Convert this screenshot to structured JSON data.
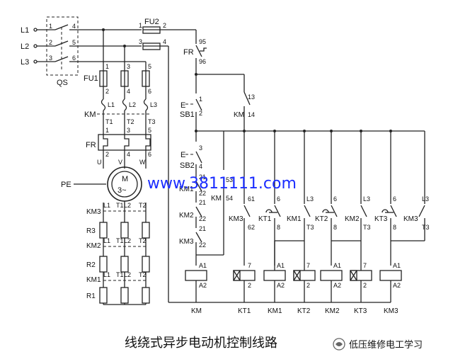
{
  "title": "线绕式异步电动机控制线路",
  "watermark": "www.3811111.com",
  "brand": "低压维修电工学习",
  "motor": {
    "name": "M",
    "phase": "3~"
  },
  "power": {
    "lines": [
      "L1",
      "L2",
      "L3"
    ],
    "switch": "QS",
    "switch_pins": {
      "in": [
        "1",
        "2",
        "3"
      ],
      "out": [
        "4",
        "5",
        "6"
      ]
    },
    "pe": "PE",
    "fuse_main": "FU1",
    "fuse_ctrl": "FU2",
    "fuse_ctrl_pins": [
      "1",
      "2",
      "3",
      "4"
    ],
    "fuse_main_pins": {
      "top": [
        "1",
        "3",
        "5"
      ],
      "bot": [
        "2",
        "4",
        "6"
      ]
    },
    "after_fuse": [
      "L1",
      "L2",
      "L3"
    ],
    "contactor": "KM",
    "terminals_t": [
      "T1",
      "T2",
      "T3"
    ],
    "overload": "FR",
    "overload_pins": {
      "top": [
        "1",
        "3",
        "5"
      ],
      "bot": [
        "2",
        "4",
        "6"
      ]
    },
    "motor_terms": [
      "U",
      "V",
      "W"
    ],
    "rotor_contactors": [
      "KM3",
      "KM2",
      "KM1"
    ],
    "resistors": [
      "R3",
      "R2",
      "R1"
    ],
    "rotor_terms": [
      "L1",
      "T1",
      "L2",
      "T2"
    ]
  },
  "control": {
    "fr_contact": "FR",
    "fr_pins": [
      "95",
      "96"
    ],
    "stop": "SB1",
    "stop_pins": [
      "1",
      "2"
    ],
    "start": "SB2",
    "start_pins": [
      "3",
      "4"
    ],
    "e_mark": "E",
    "km_hold": "KM",
    "km_hold_pins": [
      "13",
      "14"
    ],
    "interlocks": [
      {
        "label": "KM1",
        "pins": [
          "21",
          "22"
        ]
      },
      {
        "label": "KM2",
        "pins": [
          "21",
          "22"
        ]
      },
      {
        "label": "KM3",
        "pins": [
          "21",
          "22"
        ]
      }
    ],
    "km_side": "KM",
    "km_side_pins": [
      "53",
      "54"
    ],
    "branch_contacts": [
      {
        "label": "KM3",
        "pins": [
          "61",
          "62"
        ]
      },
      {
        "label": "KT1",
        "pins": [
          "6",
          "8"
        ]
      },
      {
        "label": "KM1",
        "pins": [
          "L3",
          "T3"
        ]
      },
      {
        "label": "KT2",
        "pins": [
          "6",
          "8"
        ]
      },
      {
        "label": "KM2",
        "pins": [
          "L3",
          "T3"
        ]
      },
      {
        "label": "KT3",
        "pins": [
          "6",
          "8"
        ]
      },
      {
        "label": "KM3",
        "pins": [
          "L3",
          "T3"
        ]
      }
    ],
    "coil_pins_a": [
      "A1",
      "A2"
    ],
    "coil_pins_n": [
      "7",
      "2"
    ],
    "coils": [
      "KM",
      "KT1",
      "KM1",
      "KT2",
      "KM2",
      "KT3",
      "KM3"
    ]
  }
}
